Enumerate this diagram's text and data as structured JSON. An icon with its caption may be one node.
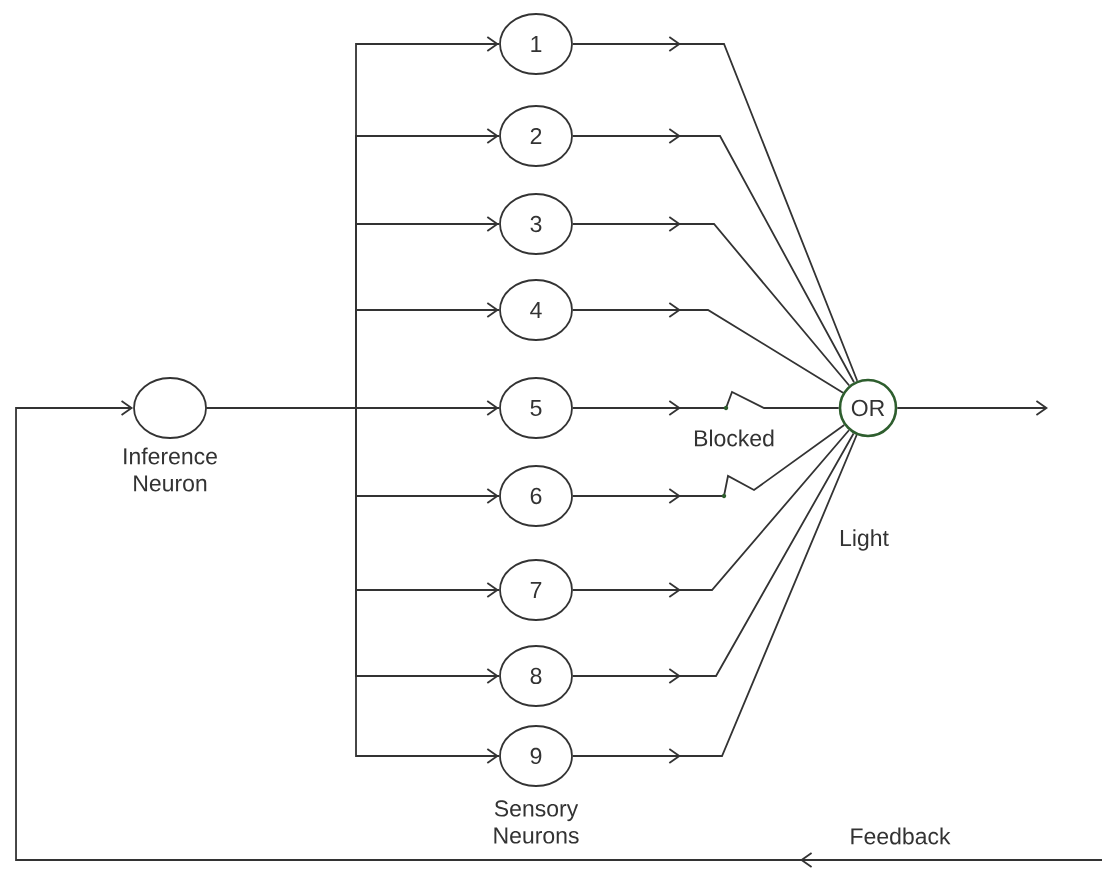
{
  "diagram": {
    "nodes": [
      {
        "text": [],
        "shape": "circle",
        "beside": [
          "Inference Neuron"
        ]
      },
      {
        "text": [
          "1"
        ]
      },
      {
        "text": [
          "2"
        ]
      },
      {
        "text": [
          "3"
        ]
      },
      {
        "text": [
          "4"
        ]
      },
      {
        "text": [
          "5"
        ]
      },
      {
        "text": [
          "6"
        ]
      },
      {
        "text": [
          "7"
        ]
      },
      {
        "text": [
          "8"
        ]
      },
      {
        "text": [
          "9"
        ]
      },
      {
        "text": [
          "OR"
        ]
      }
    ],
    "edges": [
      {
        "from": 0,
        "to": 1,
        "arrow": "to"
      },
      {
        "from": 0,
        "to": 2,
        "arrow": "to"
      },
      {
        "from": 0,
        "to": 3,
        "arrow": "to"
      },
      {
        "from": 0,
        "to": 4,
        "arrow": "to"
      },
      {
        "from": 0,
        "to": 5,
        "arrow": "to"
      },
      {
        "from": 0,
        "to": 6,
        "arrow": "to"
      },
      {
        "from": 0,
        "to": 7,
        "arrow": "to"
      },
      {
        "from": 0,
        "to": 8,
        "arrow": "to"
      },
      {
        "from": 0,
        "to": 9,
        "arrow": "to"
      },
      {
        "from": 1,
        "to": 10,
        "arrow": "to"
      },
      {
        "from": 2,
        "to": 10,
        "arrow": "to"
      },
      {
        "from": 3,
        "to": 10,
        "arrow": "to"
      },
      {
        "from": 4,
        "to": 10,
        "arrow": "to"
      },
      {
        "from": 5,
        "to": 10,
        "arrow": "to"
      },
      {
        "from": 6,
        "to": 10,
        "arrow": "to"
      },
      {
        "from": 7,
        "to": 10,
        "arrow": "to"
      },
      {
        "from": 8,
        "to": 10,
        "arrow": "to"
      },
      {
        "from": 9,
        "to": 10,
        "arrow": "to"
      },
      {
        "from": 10,
        "to": null,
        "arrow": "to"
      },
      {
        "from": null,
        "to": 0,
        "arrow": "to",
        "label": "Feedback"
      }
    ],
    "labels": [
      "Blocked",
      "Light",
      "Sensory Neurons"
    ]
  }
}
